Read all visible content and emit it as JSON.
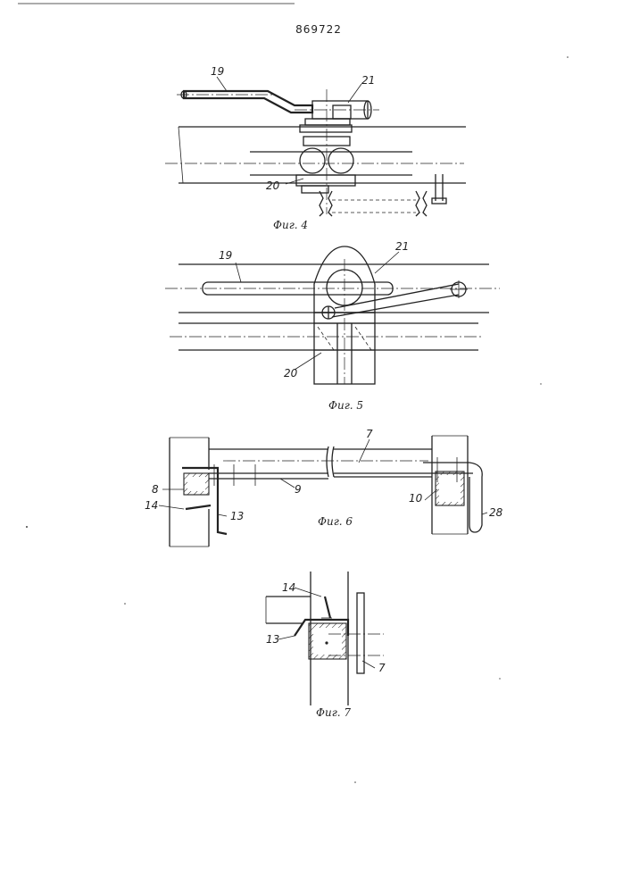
{
  "document": {
    "number": "869722"
  },
  "figures": [
    {
      "id": "fig4",
      "caption": "Фиг. 4",
      "labels": [
        "19",
        "21",
        "20"
      ]
    },
    {
      "id": "fig5",
      "caption": "Фиг. 5",
      "labels": [
        "19",
        "21",
        "20"
      ]
    },
    {
      "id": "fig6",
      "caption": "Фиг. 6",
      "labels": [
        "7",
        "8",
        "9",
        "14",
        "13",
        "10",
        "28"
      ]
    },
    {
      "id": "fig7",
      "caption": "Фиг. 7",
      "labels": [
        "14",
        "13",
        "7"
      ]
    }
  ]
}
